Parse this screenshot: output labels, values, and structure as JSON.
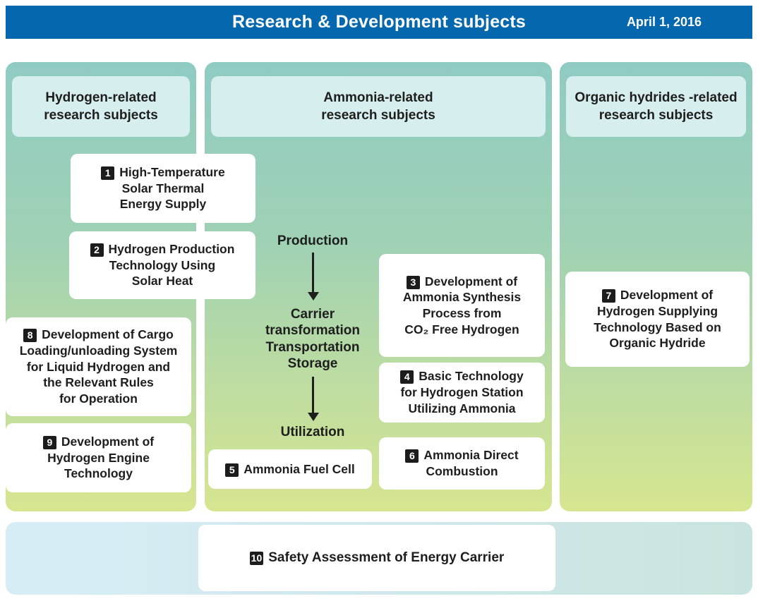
{
  "header": {
    "title": "Research & Development subjects",
    "date": "April 1, 2016"
  },
  "columns": {
    "hydrogen": {
      "title": "Hydrogen-related\nresearch subjects"
    },
    "ammonia": {
      "title": "Ammonia-related\nresearch subjects"
    },
    "organic": {
      "title": "Organic hydrides -related\nresearch subjects"
    }
  },
  "flow": {
    "production": "Production",
    "carrier": "Carrier\ntransformation\nTransportation\nStorage",
    "utilization": "Utilization"
  },
  "subjects": [
    {
      "num": "1",
      "text": "High-Temperature\nSolar Thermal\nEnergy Supply"
    },
    {
      "num": "2",
      "text": "Hydrogen Production\nTechnology Using\nSolar Heat"
    },
    {
      "num": "3",
      "text": "Development of\nAmmonia Synthesis\nProcess from\nCO₂ Free Hydrogen"
    },
    {
      "num": "4",
      "text": "Basic Technology\nfor Hydrogen Station\nUtilizing Ammonia"
    },
    {
      "num": "5",
      "text": "Ammonia Fuel Cell"
    },
    {
      "num": "6",
      "text": "Ammonia Direct\nCombustion"
    },
    {
      "num": "7",
      "text": "Development of\nHydrogen Supplying\nTechnology Based on\nOrganic Hydride"
    },
    {
      "num": "8",
      "text": "Development of Cargo\nLoading/unloading System\nfor Liquid Hydrogen and\nthe Relevant Rules\nfor Operation"
    },
    {
      "num": "9",
      "text": "Development of\nHydrogen Engine\nTechnology"
    },
    {
      "num": "10",
      "text": "Safety Assessment of Energy Carrier"
    }
  ],
  "colors": {
    "header_blue": "#0567ae",
    "column_gradient_top": "#90cbc3",
    "column_gradient_bottom": "#d6e690",
    "panel_light": "#d6eeee",
    "bottom_bar_left": "#d6edf6",
    "bottom_bar_right": "#c9e4df",
    "badge_background": "#1c1c1c",
    "text": "#1e1e1e"
  }
}
